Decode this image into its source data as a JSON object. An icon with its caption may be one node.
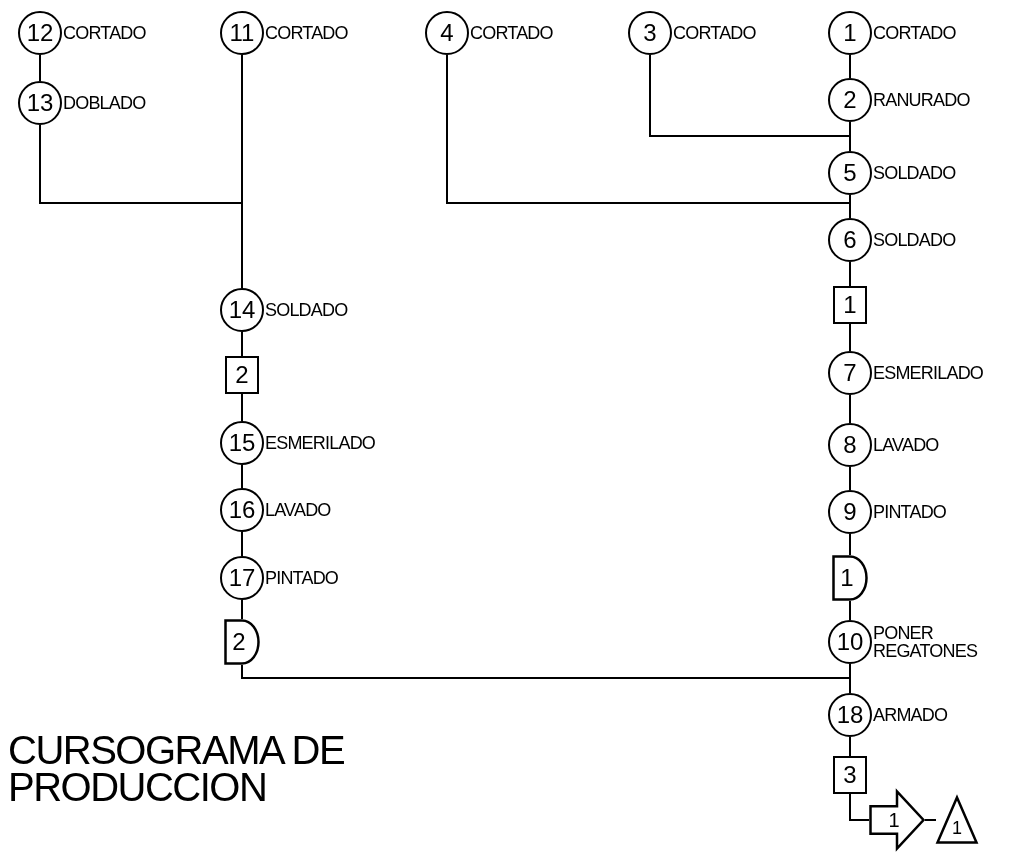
{
  "diagram": {
    "title": "CURSOGRAMA DE PRODUCCION",
    "nodes": [
      {
        "text": [
          "12"
        ],
        "beside": [
          "CORTADO"
        ]
      },
      {
        "text": [
          "11"
        ],
        "beside": [
          "CORTADO"
        ]
      },
      {
        "text": [
          "4"
        ],
        "beside": [
          "CORTADO"
        ]
      },
      {
        "text": [
          "3"
        ],
        "beside": [
          "CORTADO"
        ]
      },
      {
        "text": [
          "1"
        ],
        "beside": [
          "CORTADO"
        ]
      },
      {
        "text": [
          "13"
        ],
        "beside": [
          "DOBLADO"
        ]
      },
      {
        "text": [
          "2"
        ],
        "beside": [
          "RANURADO"
        ]
      },
      {
        "text": [
          "5"
        ],
        "beside": [
          "SOLDADO"
        ]
      },
      {
        "text": [
          "6"
        ],
        "beside": [
          "SOLDADO"
        ]
      },
      {
        "text": [
          "14"
        ],
        "beside": [
          "SOLDADO"
        ]
      },
      {
        "text": [
          "1"
        ]
      },
      {
        "text": [
          "2"
        ]
      },
      {
        "text": [
          "7"
        ],
        "beside": [
          "ESMERILADO"
        ]
      },
      {
        "text": [
          "15"
        ],
        "beside": [
          "ESMERILADO"
        ]
      },
      {
        "text": [
          "8"
        ],
        "beside": [
          "LAVADO"
        ]
      },
      {
        "text": [
          "16"
        ],
        "beside": [
          "LAVADO"
        ]
      },
      {
        "text": [
          "9"
        ],
        "beside": [
          "PINTADO"
        ]
      },
      {
        "text": [
          "17"
        ],
        "beside": [
          "PINTADO"
        ]
      },
      {
        "text": [
          "1"
        ]
      },
      {
        "text": [
          "2"
        ]
      },
      {
        "text": [
          "10"
        ],
        "beside": [
          "PONER REGATONES"
        ]
      },
      {
        "text": [
          "18"
        ],
        "beside": [
          "ARMADO"
        ]
      },
      {
        "text": [
          "3"
        ]
      },
      {
        "text": [
          "1"
        ]
      },
      {
        "text": [
          "1"
        ]
      }
    ],
    "edges": [
      {
        "from": 0,
        "to": 5,
        "arrow": "none"
      },
      {
        "from": 5,
        "to": 9,
        "arrow": "none"
      },
      {
        "from": 1,
        "to": 9,
        "arrow": "none"
      },
      {
        "from": 2,
        "to": 8,
        "arrow": "none"
      },
      {
        "from": 3,
        "to": 7,
        "arrow": "none"
      },
      {
        "from": 4,
        "to": 6,
        "arrow": "none"
      },
      {
        "from": 6,
        "to": 7,
        "arrow": "none"
      },
      {
        "from": 7,
        "to": 8,
        "arrow": "none"
      },
      {
        "from": 8,
        "to": 10,
        "arrow": "none"
      },
      {
        "from": 10,
        "to": 12,
        "arrow": "none"
      },
      {
        "from": 12,
        "to": 14,
        "arrow": "none"
      },
      {
        "from": 14,
        "to": 16,
        "arrow": "none"
      },
      {
        "from": 16,
        "to": 18,
        "arrow": "none"
      },
      {
        "from": 18,
        "to": 20,
        "arrow": "none"
      },
      {
        "from": 20,
        "to": 21,
        "arrow": "none"
      },
      {
        "from": 19,
        "to": 21,
        "arrow": "none"
      },
      {
        "from": 21,
        "to": 22,
        "arrow": "none"
      },
      {
        "from": 22,
        "to": 23,
        "arrow": "none"
      },
      {
        "from": 23,
        "to": 24,
        "arrow": "none"
      },
      {
        "from": 9,
        "to": 11,
        "arrow": "none"
      },
      {
        "from": 11,
        "to": 13,
        "arrow": "none"
      },
      {
        "from": 13,
        "to": 15,
        "arrow": "none"
      },
      {
        "from": 15,
        "to": 17,
        "arrow": "none"
      },
      {
        "from": 17,
        "to": 19,
        "arrow": "none"
      }
    ]
  }
}
